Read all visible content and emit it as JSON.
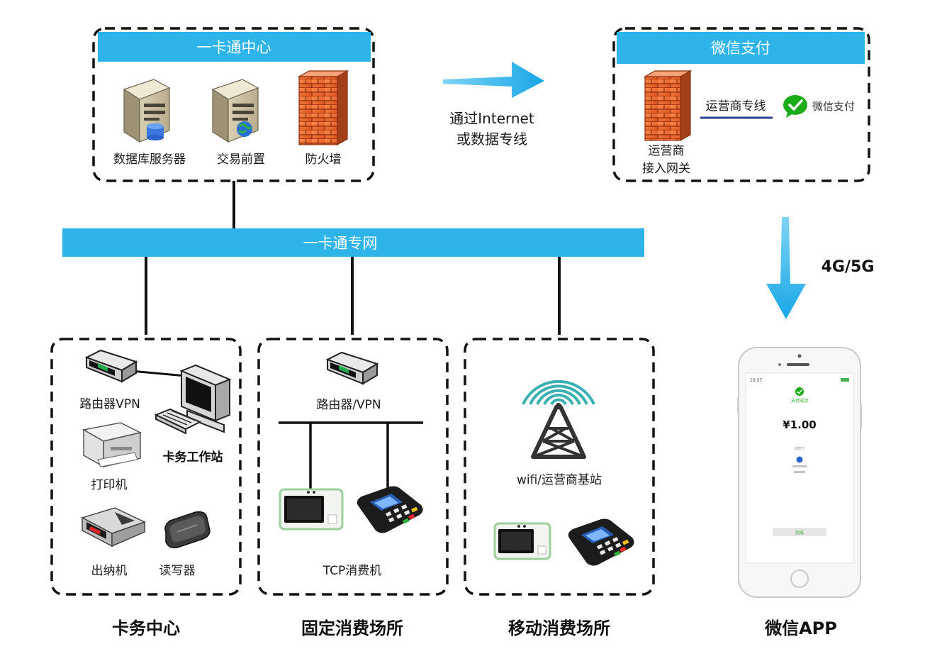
{
  "center": {
    "title": "一卡通中心",
    "items": [
      "数据库服务器",
      "交易前置",
      "防火墙"
    ]
  },
  "link_text": [
    "通过Internet",
    "或数据专线"
  ],
  "wechat_pay": {
    "title": "微信支付",
    "gateway_label": [
      "运营商",
      "接入网关"
    ],
    "line_label": "运营商专线",
    "logo_text": "微信支付"
  },
  "network_bar": "一卡通专网",
  "mobile_link": "4G/5G",
  "card_center": {
    "router": "路由器VPN",
    "workstation": "卡务工作站",
    "printer": "打印机",
    "cashier": "出纳机",
    "reader": "读写器",
    "caption": "卡务中心"
  },
  "fixed_site": {
    "router": "路由器/VPN",
    "pos": "TCP消费机",
    "caption": "固定消费场所"
  },
  "mobile_site": {
    "station": "wifi/运营商基站",
    "caption": "移动消费场所"
  },
  "phone": {
    "status_left": "10:37",
    "pay_status": "支付成功",
    "amount": "¥1.00",
    "payee_label": "收款方",
    "payee_name": "",
    "done_button": "完成",
    "caption": "微信APP"
  },
  "colors": {
    "bar_blue": "#2fb4e9",
    "arrow_blue": "#2aaee8",
    "wechat_green": "#1aad19"
  }
}
